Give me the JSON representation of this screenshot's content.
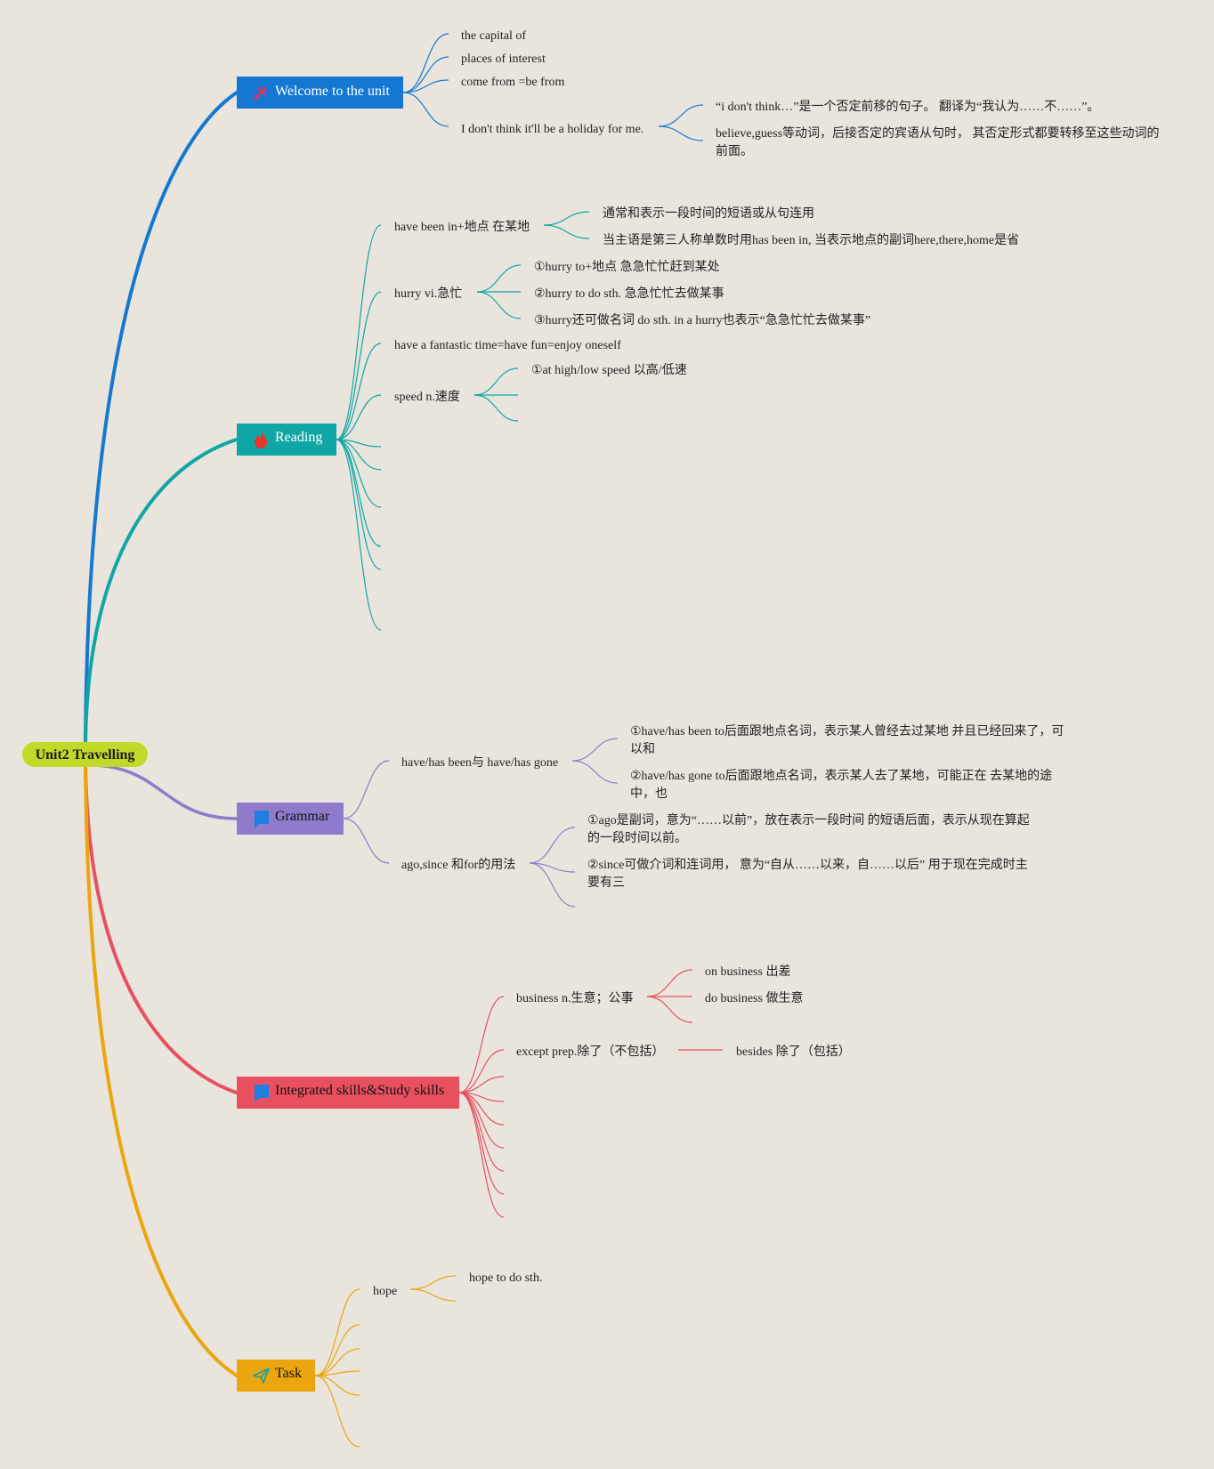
{
  "root": {
    "label": "Unit2 Travelling",
    "color": "#c2d92a"
  },
  "branches": [
    {
      "key": "welcome",
      "label": "Welcome to the unit",
      "color": "#1478d2",
      "icon": "tools-icon",
      "icon_color": "#e2315a",
      "label_color": "#ffffff",
      "children": [
        {
          "text": "the capital of"
        },
        {
          "text": "places of interest"
        },
        {
          "text": "come from =be from"
        },
        {
          "text": "I don't think it'll be a holiday for me.",
          "children": [
            {
              "text": "“i don't think…”是一个否定前移的句子。 翻译为“我认为……不……”。"
            },
            {
              "lines": [
                "believe,guess等动词，后接否定的宾语从句时， 其否定形式都要转移至这些动词的",
                "前面。"
              ]
            }
          ]
        }
      ]
    },
    {
      "key": "reading",
      "label": "Reading",
      "color": "#10a6a6",
      "icon": "fire-icon",
      "icon_color": "#e8352a",
      "label_color": "#ffffff",
      "children": [
        {
          "text": "have been in+地点 在某地",
          "children": [
            {
              "text": "通常和表示一段时间的短语或从句连用"
            },
            {
              "text": "当主语是第三人称单数时用has been in, 当表示地点的副词here,there,home是省"
            }
          ]
        },
        {
          "text": "hurry vi.急忙",
          "children": [
            {
              "text": "①hurry to+地点 急急忙忙赶到某处"
            },
            {
              "text": "②hurry to do sth. 急急忙忙去做某事"
            },
            {
              "text": "③hurry还可做名词 do sth. in a hurry也表示“急急忙忙去做某事”"
            }
          ]
        },
        {
          "text": "have a fantastic time=have fun=enjoy oneself"
        },
        {
          "text": "speed n.速度",
          "children": [
            {
              "text": "①at high/low speed 以高/低速"
            },
            {
              "text": ""
            },
            {
              "text": ""
            }
          ]
        },
        {
          "text": ""
        },
        {
          "text": ""
        },
        {
          "text": ""
        },
        {
          "text": ""
        },
        {
          "text": ""
        },
        {
          "text": ""
        }
      ]
    },
    {
      "key": "grammar",
      "label": "Grammar",
      "color": "#8f7acb",
      "icon": "flag-icon",
      "icon_color": "#1e7fe0",
      "label_color": "#111111",
      "children": [
        {
          "text": "have/has been与 have/has gone",
          "children": [
            {
              "lines": [
                "①have/has been to后面跟地点名词，表示某人曾经去过某地 并且已经回来了，可",
                "以和"
              ]
            },
            {
              "lines": [
                "②have/has gone to后面跟地点名词，表示某人去了某地，可能正在 去某地的途",
                "中，也"
              ]
            }
          ]
        },
        {
          "text": "ago,since 和for的用法",
          "children": [
            {
              "lines": [
                "①ago是副词，意为“……以前”，放在表示一段时间 的短语后面，表示从现在算起",
                "的一段时间以前。"
              ]
            },
            {
              "lines": [
                "②since可做介词和连词用， 意为“自从……以来，自……以后” 用于现在完成时主",
                "要有三"
              ]
            },
            {
              "text": ""
            }
          ]
        }
      ]
    },
    {
      "key": "integrated",
      "label": "Integrated skills&Study skills",
      "color": "#e8505f",
      "icon": "flag-icon",
      "icon_color": "#1e7fe0",
      "label_color": "#111111",
      "children": [
        {
          "text": "business n.生意；公事",
          "children": [
            {
              "text": "on business 出差"
            },
            {
              "text": "do business 做生意"
            },
            {
              "text": ""
            }
          ]
        },
        {
          "text": "except prep.除了（不包括）",
          "children": [
            {
              "text": "besides 除了（包括）"
            }
          ]
        },
        {
          "text": ""
        },
        {
          "text": ""
        },
        {
          "text": ""
        },
        {
          "text": ""
        },
        {
          "text": ""
        },
        {
          "text": ""
        },
        {
          "text": ""
        }
      ]
    },
    {
      "key": "task",
      "label": "Task",
      "color": "#eaa50f",
      "icon": "paper-plane-icon",
      "icon_color": "#16a39e",
      "label_color": "#111111",
      "children": [
        {
          "text": "hope",
          "children": [
            {
              "text": "hope to do sth."
            },
            {
              "text": ""
            }
          ]
        },
        {
          "text": ""
        },
        {
          "text": ""
        },
        {
          "text": ""
        },
        {
          "text": ""
        },
        {
          "text": ""
        }
      ]
    }
  ]
}
